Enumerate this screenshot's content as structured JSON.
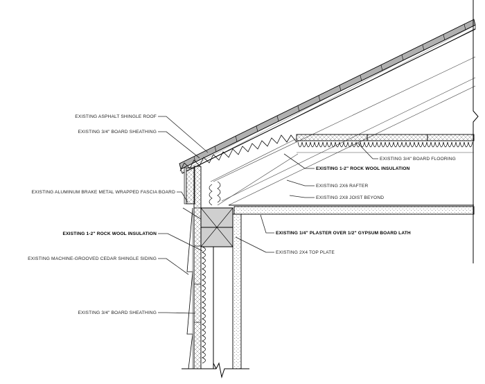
{
  "labels": {
    "asphalt_roof": "EXISTING ASPHALT SHINGLE ROOF",
    "roof_sheathing": "EXISTING 3/4\" BOARD SHEATHING",
    "fascia": "EXISTING ALUMINUM BRAKE METAL WRAPPED FASCIA BOARD",
    "wall_insulation": "EXISTING 1-2\" ROCK WOOL INSULATION",
    "cedar_siding": "EXISTING MACHINE-GROOVED CEDAR SHINGLE SIDING",
    "wall_sheathing": "EXISTING 3/4\" BOARD SHEATHING",
    "flooring": "EXISTING 3/4\" BOARD FLOORING",
    "roof_insulation": "EXISTING 1-2\" ROCK WOOL INSULATION",
    "rafter": "EXISTING 2X6 RAFTER",
    "joist": "EXISTING 2X8 JOIST BEYOND",
    "plaster": "EXISTING 1/4\" PLASTER OVER 1/2\" GYPSUM BOARD LATH",
    "top_plate": "EXISTING 2X4 TOP PLATE"
  },
  "colors": {
    "line": "#000000",
    "hatch": "#555555",
    "member_fill": "#cfcfcf",
    "roof_fill": "#b0b0b0"
  }
}
